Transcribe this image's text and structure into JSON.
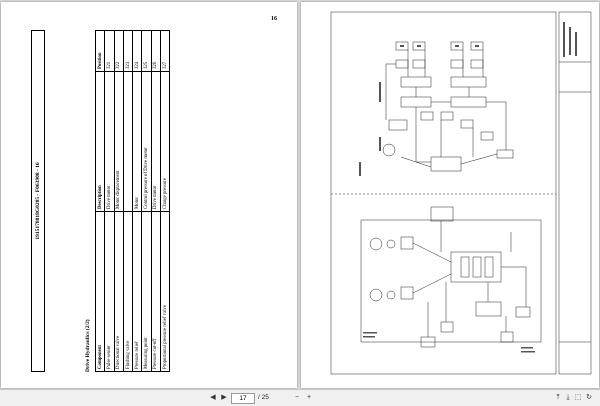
{
  "left_page": {
    "page_number": "16",
    "doc_title_line1": "1915178018G0205 -",
    "doc_title_line2": "F063908 - 16",
    "section_title": "Drive Hydraulics (2/2)",
    "table": {
      "headers": [
        "Component",
        "Description",
        "Position"
      ],
      "rows": [
        [
          "Pulse sensor",
          "Drive motor",
          "321"
        ],
        [
          "Directional valve",
          "Motor displacement",
          "322"
        ],
        [
          "Flushing valve",
          "",
          "323"
        ],
        [
          "Pressure relief",
          "Motor",
          "324"
        ],
        [
          "Measuring point",
          "Control pressure of Drive motor",
          "325"
        ],
        [
          "Pressure cut-off",
          "Drive motor",
          "326"
        ],
        [
          "Proportional pressure relief valve",
          "Charge pressure",
          "327"
        ]
      ]
    }
  },
  "toolbar": {
    "icons": [
      "chevron-left-icon",
      "chevron-right-icon",
      "zoom-out-icon",
      "zoom-in-icon",
      "page-up-icon",
      "page-down-icon",
      "fit-page-icon",
      "rotate-icon"
    ],
    "current_page": "17",
    "total_pages": "/ 25"
  }
}
